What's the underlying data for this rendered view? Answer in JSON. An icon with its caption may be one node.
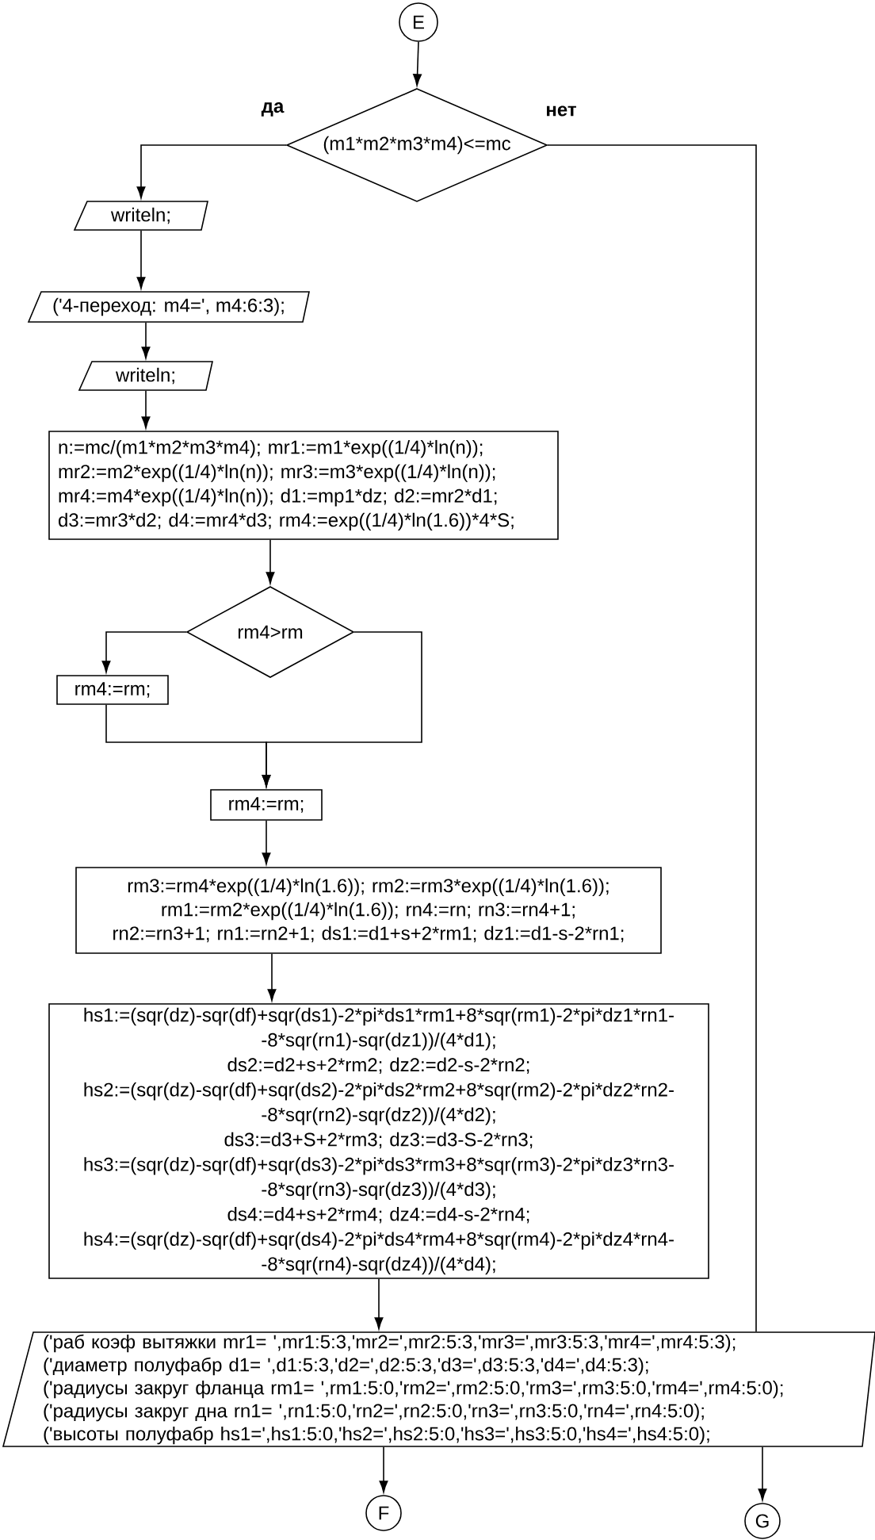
{
  "diagram": {
    "nodes": [
      {
        "text": [
          "E"
        ]
      },
      {
        "text": [
          "(m1*m2*m3*m4)<=mc"
        ]
      },
      {
        "text": [
          "writeln;"
        ]
      },
      {
        "text": [
          "('4-переход: m4=', m4:6:3);"
        ]
      },
      {
        "text": [
          "writeln;"
        ]
      },
      {
        "text": [
          "n:=mc/(m1*m2*m3*m4); mr1:=m1*exp((1/4)*ln(n));",
          "mr2:=m2*exp((1/4)*ln(n)); mr3:=m3*exp((1/4)*ln(n));",
          "mr4:=m4*exp((1/4)*ln(n)); d1:=mp1*dz; d2:=mr2*d1;",
          "d3:=mr3*d2; d4:=mr4*d3; rm4:=exp((1/4)*ln(1.6))*4*S;"
        ]
      },
      {
        "text": [
          "rm4>rm"
        ]
      },
      {
        "text": [
          "rm4:=rm;"
        ]
      },
      {
        "text": [
          "rm4:=rm;"
        ]
      },
      {
        "text": [
          "rm3:=rm4*exp((1/4)*ln(1.6)); rm2:=rm3*exp((1/4)*ln(1.6));",
          "rm1:=rm2*exp((1/4)*ln(1.6)); rn4:=rn; rn3:=rn4+1;",
          "rn2:=rn3+1; rn1:=rn2+1; ds1:=d1+s+2*rm1; dz1:=d1-s-2*rn1;"
        ]
      },
      {
        "text": [
          "hs1:=(sqr(dz)-sqr(df)+sqr(ds1)-2*pi*ds1*rm1+8*sqr(rm1)-2*pi*dz1*rn1- -8*sqr(rn1)-sqr(dz1))/(4*d1);",
          "ds2:=d2+s+2*rm2; dz2:=d2-s-2*rn2;",
          "hs2:=(sqr(dz)-sqr(df)+sqr(ds2)-2*pi*ds2*rm2+8*sqr(rm2)-2*pi*dz2*rn2- -8*sqr(rn2)-sqr(dz2))/(4*d2);",
          "ds3:=d3+S+2*rm3; dz3:=d3-S-2*rn3;",
          "hs3:=(sqr(dz)-sqr(df)+sqr(ds3)-2*pi*ds3*rm3+8*sqr(rm3)-2*pi*dz3*rn3- -8*sqr(rn3)-sqr(dz3))/(4*d3);",
          "ds4:=d4+s+2*rm4; dz4:=d4-s-2*rn4;",
          "hs4:=(sqr(dz)-sqr(df)+sqr(ds4)-2*pi*ds4*rm4+8*sqr(rm4)-2*pi*dz4*rn4- -8*sqr(rn4)-sqr(dz4))/(4*d4);"
        ]
      },
      {
        "text": [
          "('раб коэф вытяжки mr1= ',mr1:5:3,'mr2=',mr2:5:3,'mr3=',mr3:5:3,'mr4=',mr4:5:3);",
          "('диаметр полуфабр d1= ',d1:5:3,'d2=',d2:5:3,'d3=',d3:5:3,'d4=',d4:5:3);",
          "('радиусы закруг фланца rm1= ',rm1:5:0,'rm2=',rm2:5:0,'rm3=',rm3:5:0,'rm4=',rm4:5:0);",
          "('радиусы закруг дна rn1= ',rn1:5:0,'rn2=',rn2:5:0,'rn3=',rn3:5:0,'rn4=',rn4:5:0);",
          "('высоты полуфабр hs1=',hs1:5:0,'hs2=',hs2:5:0,'hs3=',hs3:5:0,'hs4=',hs4:5:0);"
        ]
      },
      {
        "text": [
          "F"
        ]
      },
      {
        "text": [
          "G"
        ]
      }
    ],
    "edges": [
      {
        "from": 0,
        "to": 1,
        "arrow": "to"
      },
      {
        "from": 1,
        "to": 2,
        "arrow": "to",
        "label": "да"
      },
      {
        "from": 2,
        "to": 3,
        "arrow": "to"
      },
      {
        "from": 3,
        "to": 4,
        "arrow": "to"
      },
      {
        "from": 4,
        "to": 5,
        "arrow": "to"
      },
      {
        "from": 5,
        "to": 6,
        "arrow": "to"
      },
      {
        "from": 6,
        "to": 7,
        "arrow": "to"
      },
      {
        "from": 7,
        "to": 8,
        "arrow": "to"
      },
      {
        "from": 6,
        "to": 8,
        "arrow": "to"
      },
      {
        "from": 8,
        "to": 9,
        "arrow": "to"
      },
      {
        "from": 9,
        "to": 10,
        "arrow": "to"
      },
      {
        "from": 10,
        "to": 11,
        "arrow": "to"
      },
      {
        "from": 1,
        "to": 11,
        "arrow": "none",
        "label": "нет"
      },
      {
        "from": 11,
        "to": 12,
        "arrow": "to"
      },
      {
        "from": 11,
        "to": 13,
        "arrow": "to"
      }
    ]
  }
}
